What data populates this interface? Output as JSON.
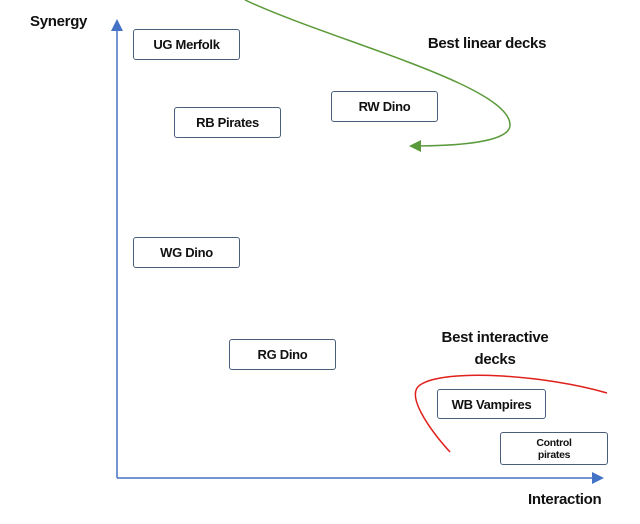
{
  "axes": {
    "y_label": "Synergy",
    "x_label": "Interaction",
    "color": "#4472c4"
  },
  "annotations": {
    "linear": "Best linear decks",
    "interactive": "Best interactive decks",
    "linear_arrow_color": "#5b9a3a",
    "interactive_arc_color": "#e0201b"
  },
  "decks": [
    {
      "key": "ug-merfolk",
      "label": "UG Merfolk"
    },
    {
      "key": "rw-dino",
      "label": "RW Dino"
    },
    {
      "key": "rb-pirates",
      "label": "RB Pirates"
    },
    {
      "key": "wg-dino",
      "label": "WG Dino"
    },
    {
      "key": "rg-dino",
      "label": "RG Dino"
    },
    {
      "key": "wb-vampires",
      "label": "WB Vampires"
    },
    {
      "key": "control-pirates",
      "label": "Control pirates"
    }
  ]
}
